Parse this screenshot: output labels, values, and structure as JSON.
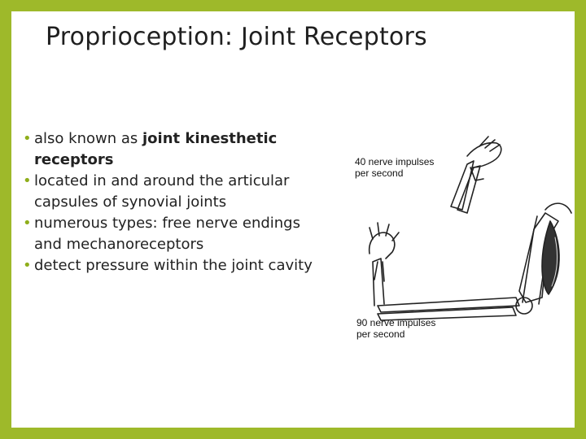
{
  "title": "Proprioception: Joint Receptors",
  "bullets": [
    {
      "prefix": "also known as ",
      "bold": "joint kinesthetic receptors",
      "suffix": ""
    },
    {
      "prefix": "located in and around the articular capsules of synovial joints",
      "bold": "",
      "suffix": ""
    },
    {
      "prefix": "numerous types: free nerve endings and mechanoreceptors",
      "bold": "",
      "suffix": ""
    },
    {
      "prefix": "detect pressure within the joint cavity",
      "bold": "",
      "suffix": ""
    }
  ],
  "figure": {
    "label_top_line1": "40 nerve impulses",
    "label_top_line2": "per second",
    "label_bottom_line1": "90 nerve impulses",
    "label_bottom_line2": "per second"
  },
  "colors": {
    "frame": "#9eb92a",
    "bullet": "#8fae1b",
    "text": "#222222"
  }
}
